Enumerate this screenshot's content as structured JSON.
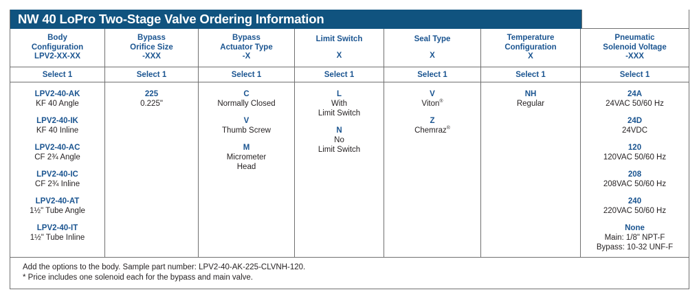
{
  "title": "NW 40 LoPro Two-Stage Valve Ordering Information",
  "colors": {
    "title_bar": "#10537f",
    "heading_blue": "#1a5490",
    "body_text": "#231f20",
    "border": "#6f6f6f"
  },
  "columns": [
    {
      "header_lines": [
        "Body",
        "Configuration",
        "LPV2-XX-XX"
      ],
      "select_label": "Select 1",
      "options": [
        {
          "code": "LPV2-40-AK",
          "desc_lines": [
            "KF 40 Angle"
          ]
        },
        {
          "code": "LPV2-40-IK",
          "desc_lines": [
            "KF 40 Inline"
          ]
        },
        {
          "code": "LPV2-40-AC",
          "desc_lines": [
            "CF 2¾ Angle"
          ]
        },
        {
          "code": "LPV2-40-IC",
          "desc_lines": [
            "CF 2¾ Inline"
          ]
        },
        {
          "code": "LPV2-40-AT",
          "desc_lines": [
            "1½\" Tube Angle"
          ]
        },
        {
          "code": "LPV2-40-IT",
          "desc_lines": [
            "1½\" Tube Inline"
          ]
        }
      ]
    },
    {
      "header_lines": [
        "Bypass",
        "Orifice Size",
        "-XXX"
      ],
      "select_label": "Select 1",
      "options": [
        {
          "code": "225",
          "desc_lines": [
            "0.225\""
          ]
        }
      ]
    },
    {
      "header_lines": [
        "Bypass",
        "Actuator Type",
        "-X"
      ],
      "select_label": "Select 1",
      "options": [
        {
          "code": "C",
          "desc_lines": [
            "Normally Closed"
          ]
        },
        {
          "code": "V",
          "desc_lines": [
            "Thumb Screw"
          ]
        },
        {
          "code": "M",
          "desc_lines": [
            "Micrometer",
            "Head"
          ]
        }
      ]
    },
    {
      "header_lines": [
        "Limit Switch",
        "",
        "X"
      ],
      "select_label": "Select 1",
      "options": [
        {
          "code": "L",
          "desc_lines": [
            "With",
            "Limit Switch"
          ]
        },
        {
          "code": "N",
          "desc_lines": [
            "No",
            "Limit Switch"
          ]
        }
      ]
    },
    {
      "header_lines": [
        "Seal  Type",
        "",
        "X"
      ],
      "select_label": "Select 1",
      "options": [
        {
          "code": "V",
          "desc_lines": [
            "Viton®"
          ]
        },
        {
          "code": "Z",
          "desc_lines": [
            "Chemraz®"
          ]
        }
      ]
    },
    {
      "header_lines": [
        "Temperature",
        "Configuration",
        "X"
      ],
      "select_label": "Select 1",
      "options": [
        {
          "code": "NH",
          "desc_lines": [
            "Regular"
          ]
        }
      ]
    },
    {
      "header_lines": [
        "Pneumatic",
        "Solenoid Voltage",
        "-XXX"
      ],
      "select_label": "Select 1",
      "options": [
        {
          "code": "24A",
          "desc_lines": [
            "24VAC 50/60 Hz"
          ]
        },
        {
          "code": "24D",
          "desc_lines": [
            "24VDC"
          ]
        },
        {
          "code": "120",
          "desc_lines": [
            "120VAC 50/60 Hz"
          ]
        },
        {
          "code": "208",
          "desc_lines": [
            "208VAC 50/60 Hz"
          ]
        },
        {
          "code": "240",
          "desc_lines": [
            "220VAC 50/60 Hz"
          ]
        },
        {
          "code": "None",
          "desc_lines": [
            "Main: 1/8\" NPT-F",
            "Bypass: 10-32 UNF-F"
          ]
        }
      ]
    }
  ],
  "footer": {
    "line1": "Add the options to the body. Sample part number: LPV2-40-AK-225-CLVNH-120.",
    "line2": "* Price includes one solenoid each for the bypass and main valve."
  }
}
